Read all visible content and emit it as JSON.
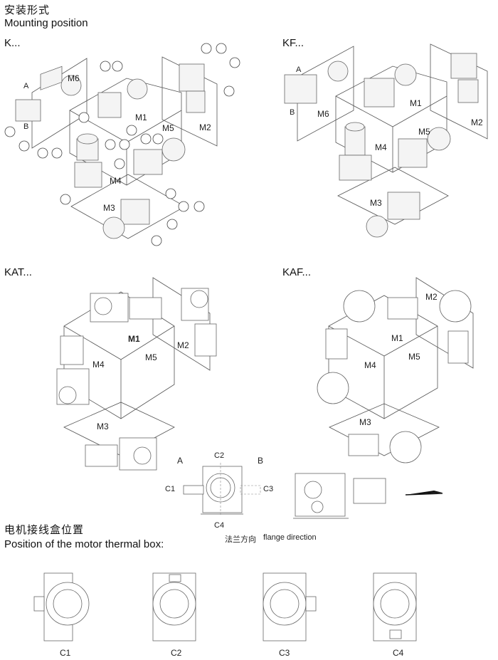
{
  "header": {
    "title_cn": "安装形式",
    "title_en": "Mounting position"
  },
  "diagrams": [
    {
      "series": "K...",
      "faces": [
        "M1",
        "M2",
        "M3",
        "M4",
        "M5",
        "M6"
      ],
      "side_labels": [
        "A",
        "B"
      ]
    },
    {
      "series": "KF...",
      "faces": [
        "M1",
        "M2",
        "M3",
        "M4",
        "M5",
        "M6"
      ],
      "side_labels": [
        "A",
        "B"
      ]
    },
    {
      "series": "KAT...",
      "faces": [
        "M1",
        "M2",
        "M3",
        "M4",
        "M5"
      ]
    },
    {
      "series": "KAF...",
      "faces": [
        "M1",
        "M2",
        "M3",
        "M4",
        "M5"
      ]
    }
  ],
  "flange": {
    "side_a": "A",
    "side_b": "B",
    "positions": [
      "C1",
      "C2",
      "C3",
      "C4"
    ],
    "caption_cn": "法兰方向",
    "caption_en": "flange direction"
  },
  "thermal_box": {
    "title_cn": "电机接线盒位置",
    "title_en": "Position of the motor thermal box:",
    "positions": [
      "C1",
      "C2",
      "C3",
      "C4"
    ]
  }
}
